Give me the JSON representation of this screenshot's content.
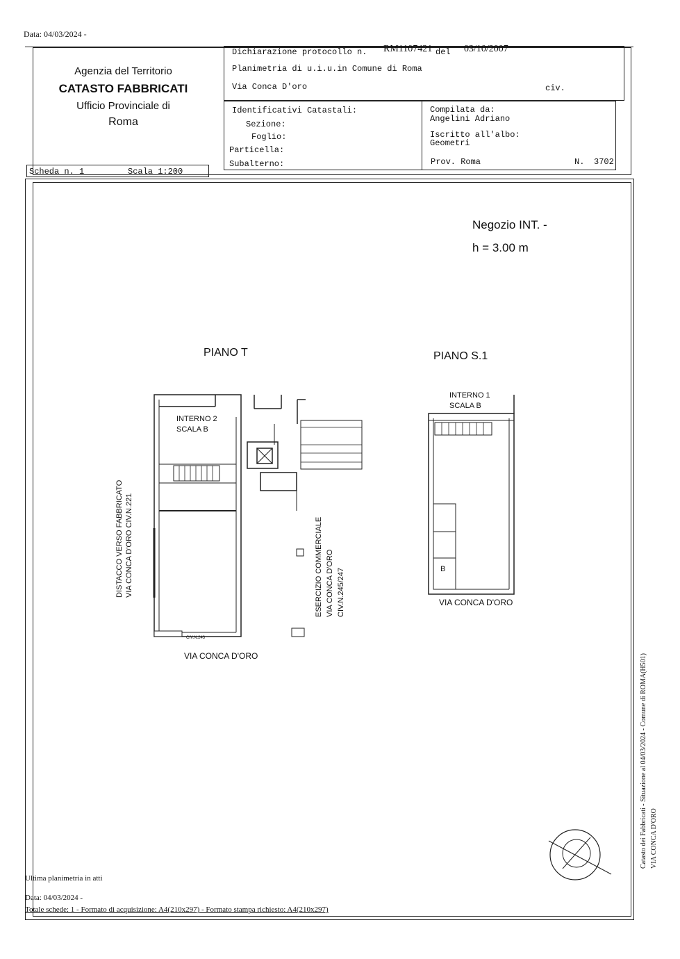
{
  "top_date": "Data: 04/03/2024 -",
  "agency": {
    "line1": "Agenzia del Territorio",
    "line2": "CATASTO FABBRICATI",
    "line3": "Ufficio Provinciale di",
    "line4": "Roma"
  },
  "declaration": {
    "protocol_label": "Dichiarazione protocollo n.",
    "protocol_number": "RM1107421",
    "del_label": "del",
    "protocol_date": "03/10/2007",
    "planimetry": "Planimetria di u.i.u.in Comune di Roma",
    "street": "Via Conca D'oro",
    "civ": "civ."
  },
  "identifiers": {
    "title": "Identificativi Catastali:",
    "sezione": "Sezione:",
    "foglio": "Foglio:",
    "particella": "Particella:",
    "subalterno": "Subalterno:"
  },
  "compiler": {
    "label": "Compilata da:",
    "name": "Angelini Adriano",
    "albo_label": "Iscritto all'albo:",
    "albo": "Geometri",
    "prov": "Prov. Roma",
    "n_label": "N.",
    "n_value": "3702"
  },
  "scheda": {
    "label": "Scheda n. 1",
    "scale": "Scala 1:200"
  },
  "unit": {
    "name": "Negozio INT. -",
    "height": "h = 3.00 m"
  },
  "piano_t": {
    "title": "PIANO T",
    "interno": "INTERNO 2",
    "scala": "SCALA B",
    "side_line1": "DISTACCO VERSO FABBRICATO",
    "side_line2": "VIA CONCA D'ORO CIV.N.221",
    "right_line1": "ESERCIZIO COMMERCIALE",
    "right_line2": "VIA CONCA D'ORO",
    "right_line3": "CIV.N.245/247",
    "civ_small": "CIV.N.243",
    "street": "VIA CONCA D'ORO"
  },
  "piano_s1": {
    "title": "PIANO S.1",
    "interno": "INTERNO 1",
    "scala": "SCALA B",
    "b_label": "B",
    "street": "VIA CONCA D'ORO"
  },
  "right_margin": {
    "line1": "Catasto dei Fabbricati - Situazione al 04/03/2024 - Comune di ROMA(H501)",
    "line2": "VIA CONCA D'ORO"
  },
  "footer": {
    "last": "Ultima planimetria in atti",
    "date": "Data: 04/03/2024 -",
    "totals": "Totale schede: 1 - Formato di acquisizione: A4(210x297) - Formato stampa richiesto: A4(210x297)"
  }
}
